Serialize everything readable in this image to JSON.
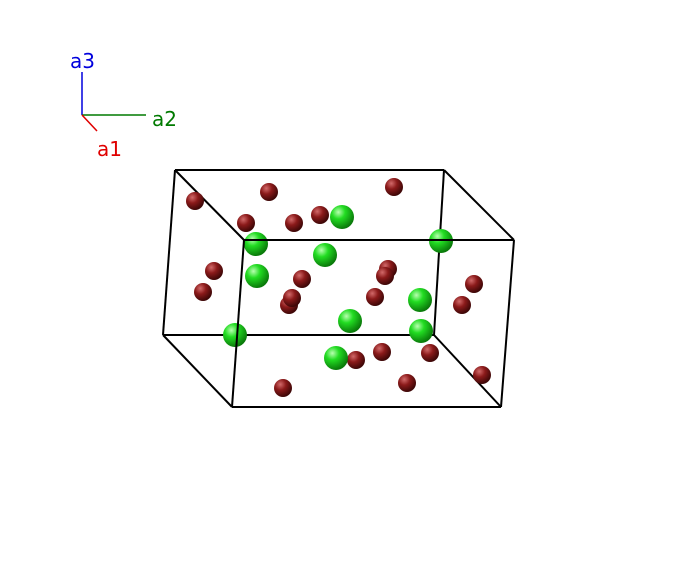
{
  "axes": {
    "a1": {
      "label": "a1",
      "color": "#e00000"
    },
    "a2": {
      "label": "a2",
      "color": "#007a00"
    },
    "a3": {
      "label": "a3",
      "color": "#0000dd"
    }
  },
  "cell": {
    "edge_color": "#000000"
  },
  "atoms": {
    "species_a": {
      "color": "#22dd22",
      "icon": "green-sphere"
    },
    "species_b": {
      "color": "#8b1a1a",
      "icon": "dark-red-sphere"
    }
  }
}
